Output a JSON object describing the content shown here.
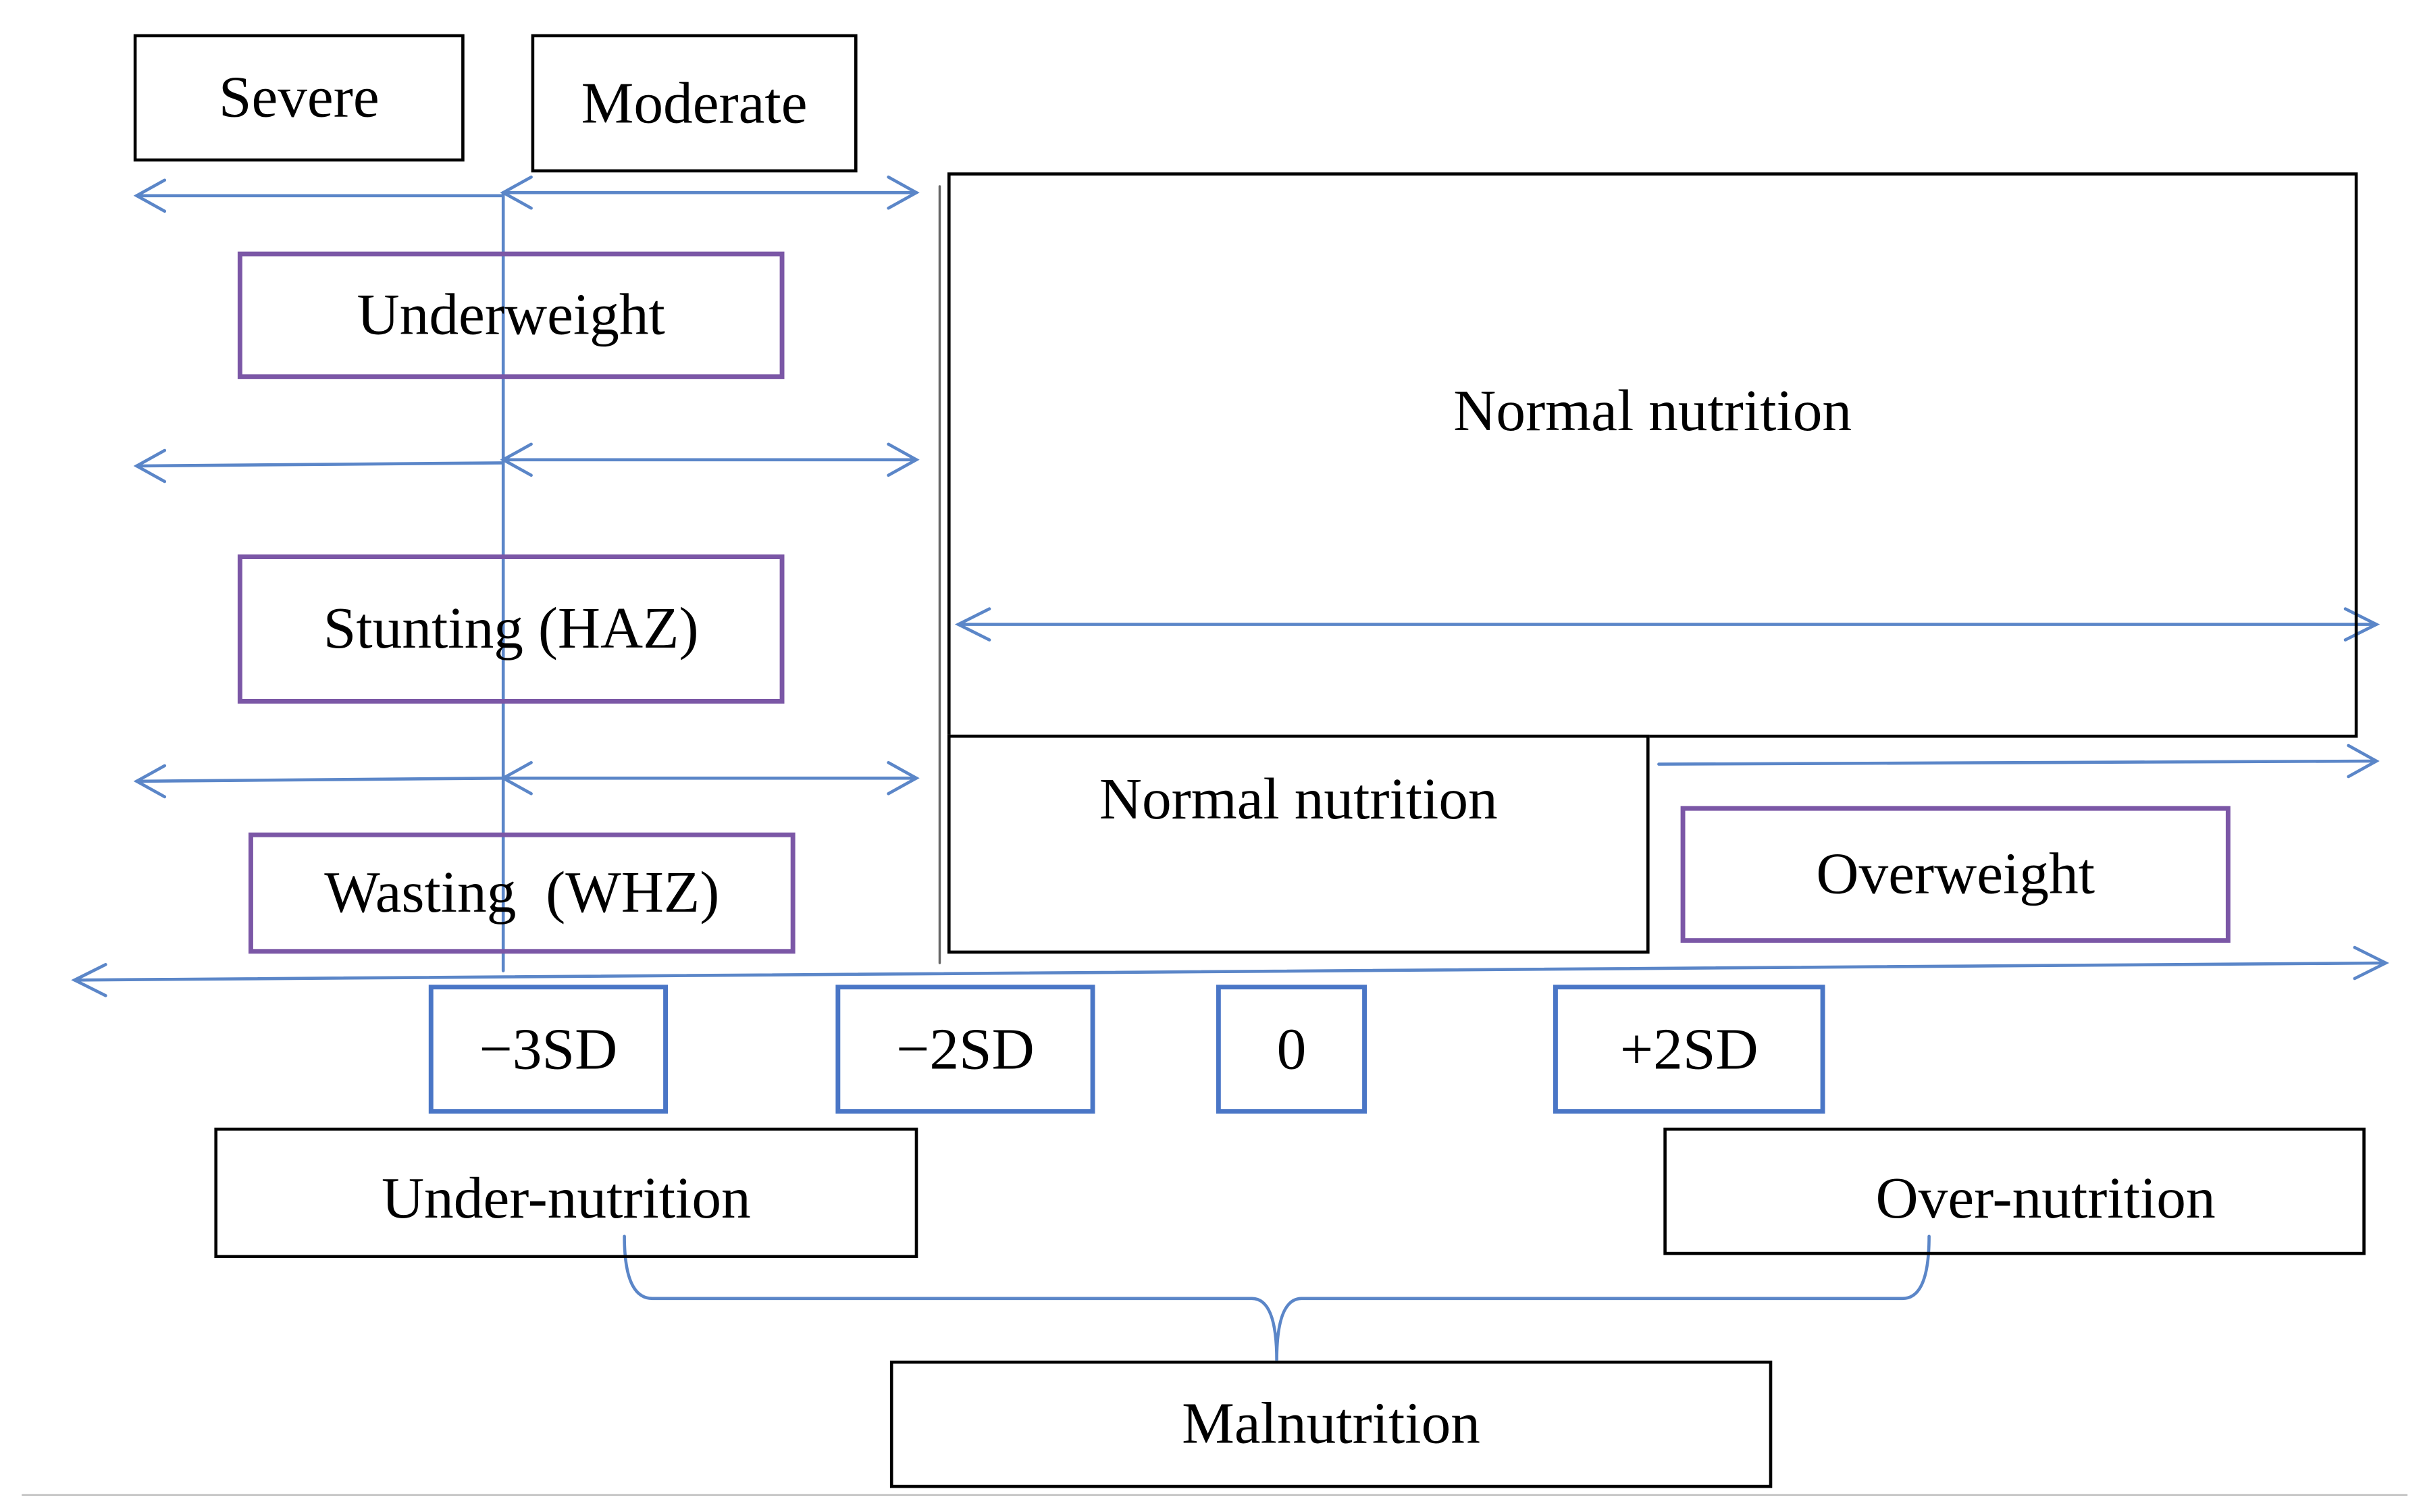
{
  "severity": {
    "severe": "Severe",
    "moderate": "Moderate"
  },
  "indicators": {
    "underweight": "Underweight",
    "stunting": "Stunting (HAZ)",
    "wasting": "Wasting  (WHZ)"
  },
  "normal": {
    "large": "Normal nutrition",
    "small": "Normal nutrition"
  },
  "overweight": "Overweight",
  "sd_scale": [
    "−3SD",
    "−2SD",
    "0",
    "+2SD"
  ],
  "categories": {
    "under": "Under-nutrition",
    "over": "Over-nutrition",
    "root": "Malnutrition"
  },
  "colors": {
    "arrow": "#5b86c8",
    "indicator_border": "#7b57a6",
    "sd_border": "#4a76c6",
    "box_border": "#000000"
  }
}
